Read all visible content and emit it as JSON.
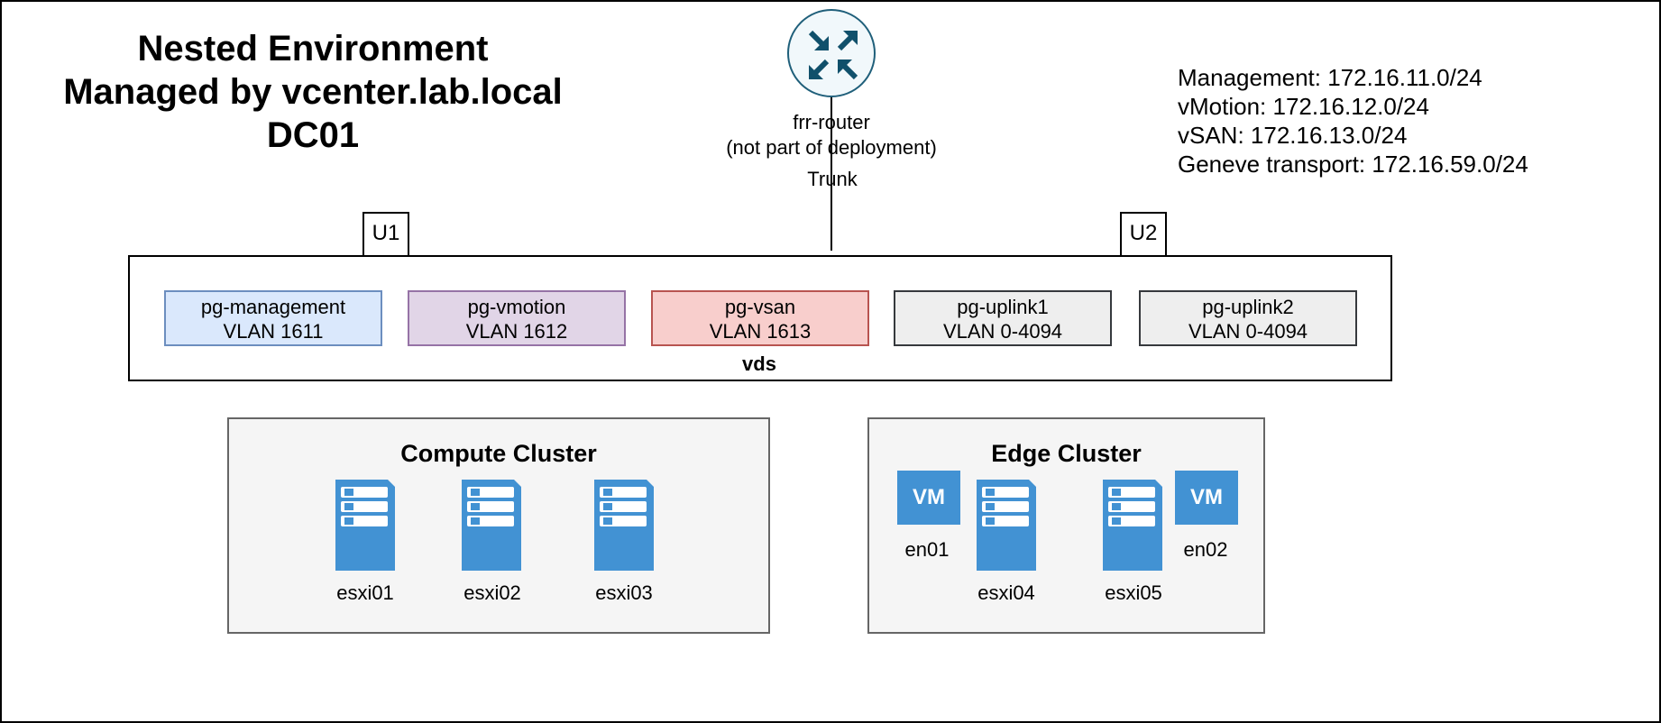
{
  "title": {
    "line1": "Nested Environment",
    "line2": "Managed by vcenter.lab.local",
    "line3": "DC01"
  },
  "subnets": [
    "Management: 172.16.11.0/24",
    "vMotion: 172.16.12.0/24",
    "vSAN: 172.16.13.0/24",
    "Geneve transport: 172.16.59.0/24"
  ],
  "router": {
    "icon": "router-icon",
    "name": "frr-router",
    "note": "(not part of deployment)",
    "link_label": "Trunk"
  },
  "uplinks": [
    "U1",
    "U2"
  ],
  "vds": {
    "label": "vds",
    "portgroups": [
      {
        "name": "pg-management",
        "vlan": "VLAN 1611",
        "fill": "#dae8fc",
        "stroke": "#6c8ebf"
      },
      {
        "name": "pg-vmotion",
        "vlan": "VLAN 1612",
        "fill": "#e1d5e7",
        "stroke": "#9673a6"
      },
      {
        "name": "pg-vsan",
        "vlan": "VLAN 1613",
        "fill": "#f8cecc",
        "stroke": "#b85450"
      },
      {
        "name": "pg-uplink1",
        "vlan": "VLAN 0-4094",
        "fill": "#eeeeee",
        "stroke": "#36393d"
      },
      {
        "name": "pg-uplink2",
        "vlan": "VLAN 0-4094",
        "fill": "#eeeeee",
        "stroke": "#36393d"
      }
    ]
  },
  "compute_cluster": {
    "title": "Compute Cluster",
    "hosts": [
      "esxi01",
      "esxi02",
      "esxi03"
    ]
  },
  "edge_cluster": {
    "title": "Edge Cluster",
    "hosts": [
      "esxi04",
      "esxi05"
    ],
    "vms": [
      {
        "badge": "VM",
        "name": "en01"
      },
      {
        "badge": "VM",
        "name": "en02"
      }
    ]
  },
  "colors": {
    "server": "#4292d3",
    "router_arrows": "#10506b"
  }
}
